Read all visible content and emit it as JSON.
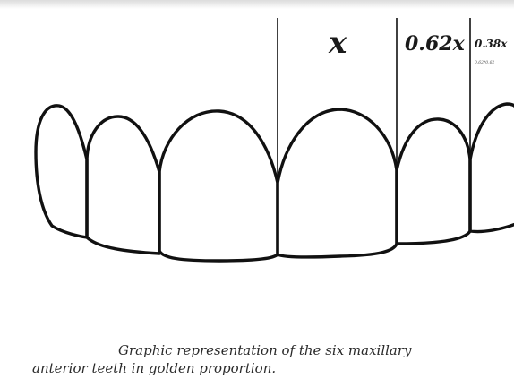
{
  "diagram": {
    "labels": {
      "x": "x",
      "golden_062": "0.62x",
      "golden_038": "0.38x",
      "small_note": "0.62*0.62"
    },
    "caption": {
      "line1": "Graphic representation of the six maxillary",
      "line2": "anterior teeth in golden proportion."
    },
    "colors": {
      "stroke": "#111111",
      "background": "#ffffff"
    }
  }
}
